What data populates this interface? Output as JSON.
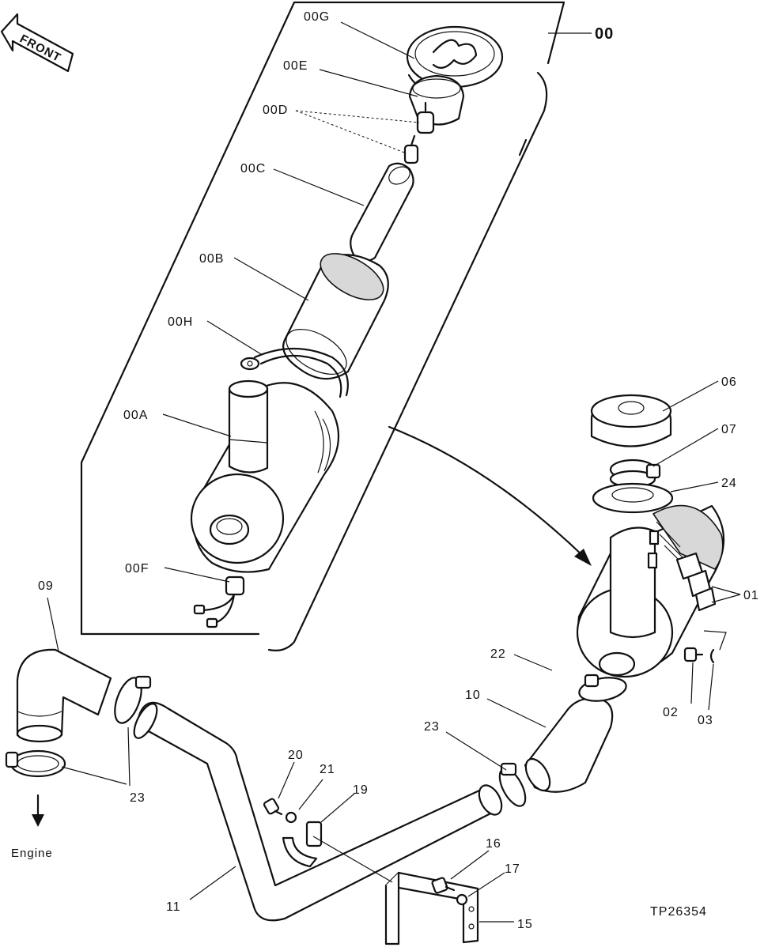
{
  "front_label": "FRONT",
  "engine_label": "Engine",
  "figure_id": "TP26354",
  "assembly_label": "00",
  "callouts": {
    "c00G": "00G",
    "c00E": "00E",
    "c00D": "00D",
    "c00C": "00C",
    "c00B": "00B",
    "c00H": "00H",
    "c00A": "00A",
    "c00F": "00F",
    "c06": "06",
    "c07": "07",
    "c24": "24",
    "c01": "01",
    "c22": "22",
    "c10": "10",
    "c02": "02",
    "c03": "03",
    "c09": "09",
    "c23a": "23",
    "c23b": "23",
    "c20": "20",
    "c21": "21",
    "c19": "19",
    "c16": "16",
    "c17": "17",
    "c15": "15",
    "c11": "11"
  }
}
